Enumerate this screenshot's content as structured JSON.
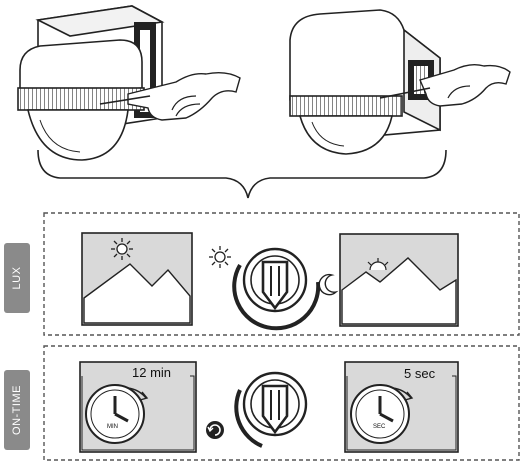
{
  "panels": {
    "lux": {
      "tab_label": "LUX"
    },
    "ontime": {
      "tab_label": "ON-TIME",
      "min_value": "12 min",
      "sec_value": "5 sec",
      "min_unit": "MIN",
      "sec_unit": "SEC"
    }
  },
  "colors": {
    "tab": "#8a8a8a",
    "panel_fill": "#d9d9d9",
    "stroke": "#222222"
  }
}
